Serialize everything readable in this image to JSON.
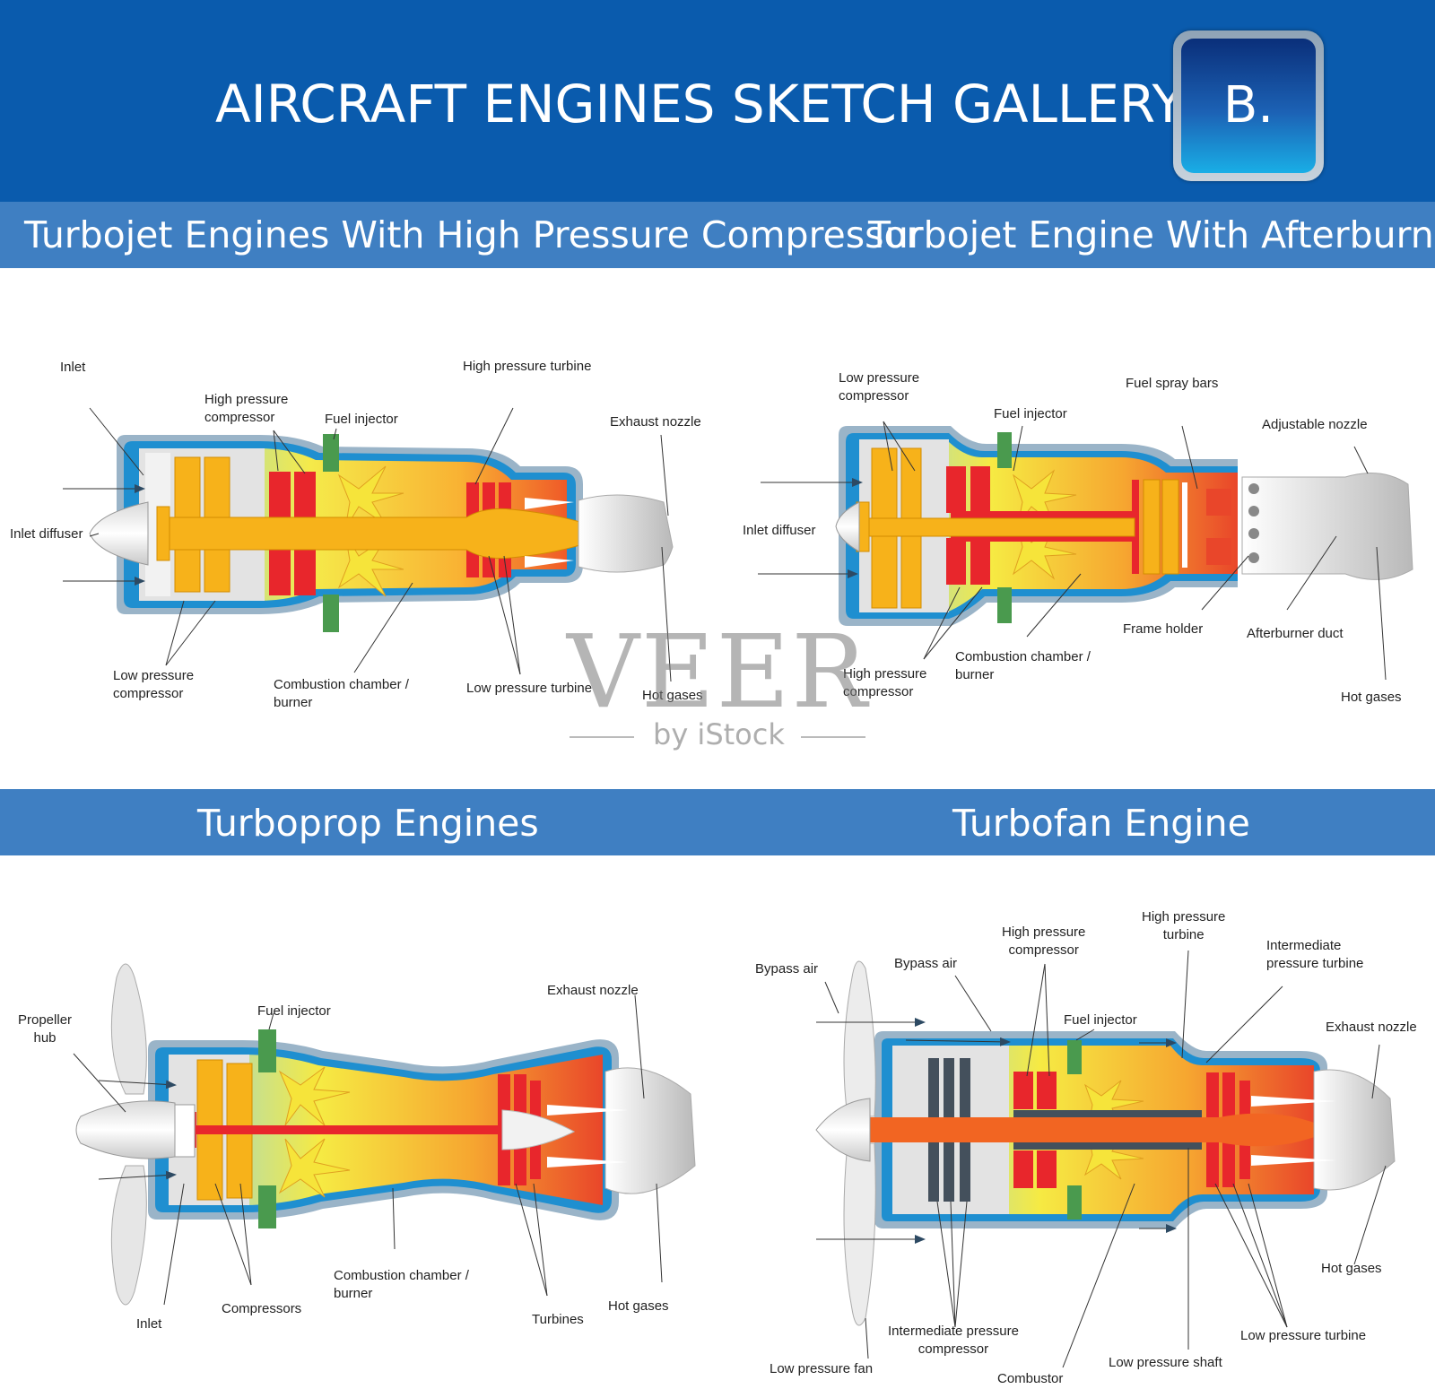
{
  "header": {
    "title": "AIRCRAFT ENGINES SKETCH GALLERY",
    "logo_letter": "B."
  },
  "sections": {
    "turbojet_hpc": {
      "title": "Turbojet Engines With High Pressure Compressor",
      "labels": {
        "inlet": "Inlet",
        "hpc": "High pressure\ncompressor",
        "fuel_injector": "Fuel injector",
        "hpt": "High pressure turbine",
        "exhaust_nozzle": "Exhaust nozzle",
        "inlet_diffuser": "Inlet diffuser",
        "lpc": "Low pressure\ncompressor",
        "combustion": "Combustion chamber /\nburner",
        "lpt": "Low pressure turbine",
        "hot_gases": "Hot gases"
      }
    },
    "turbojet_ab": {
      "title": "Turbojet Engine With Afterburner",
      "labels": {
        "lpc": "Low pressure\ncompressor",
        "fuel_injector": "Fuel injector",
        "fuel_spray_bars": "Fuel spray bars",
        "adjustable_nozzle": "Adjustable nozzle",
        "inlet_diffuser": "Inlet diffuser",
        "frame_holder": "Frame holder",
        "afterburner_duct": "Afterburner duct",
        "combustion": "Combustion chamber /\nburner",
        "hpc": "High pressure\ncompressor",
        "hot_gases": "Hot gases"
      }
    },
    "turboprop": {
      "title": "Turboprop Engines",
      "labels": {
        "propeller_hub": "Propeller\nhub",
        "fuel_injector": "Fuel injector",
        "exhaust_nozzle": "Exhaust nozzle",
        "combustion": "Combustion chamber /\nburner",
        "compressors": "Compressors",
        "inlet": "Inlet",
        "turbines": "Turbines",
        "hot_gases": "Hot gases"
      }
    },
    "turbofan": {
      "title": "Turbofan Engine",
      "labels": {
        "bypass_air_1": "Bypass air",
        "bypass_air_2": "Bypass air",
        "hpc": "High pressure\ncompressor",
        "hpt": "High pressure\nturbine",
        "ipt": "Intermediate\npressure turbine",
        "fuel_injector": "Fuel injector",
        "exhaust_nozzle": "Exhaust nozzle",
        "hot_gases": "Hot gases",
        "ipc": "Intermediate pressure\ncompressor",
        "lpt": "Low pressure turbine",
        "lp_shaft": "Low pressure shaft",
        "lp_fan": "Low pressure fan",
        "combustor": "Combustor"
      }
    }
  },
  "watermark": {
    "brand": "VEER",
    "sub": "by iStock"
  },
  "colors": {
    "header_blue": "#0a5bad",
    "section_blue": "#3f7fc2",
    "casing_blue": "#1f8fd0",
    "compressor_yellow": "#f7b21a",
    "turbine_red": "#e8262c",
    "injector_green": "#4a9a4e",
    "shaft_orange": "#f26522"
  }
}
